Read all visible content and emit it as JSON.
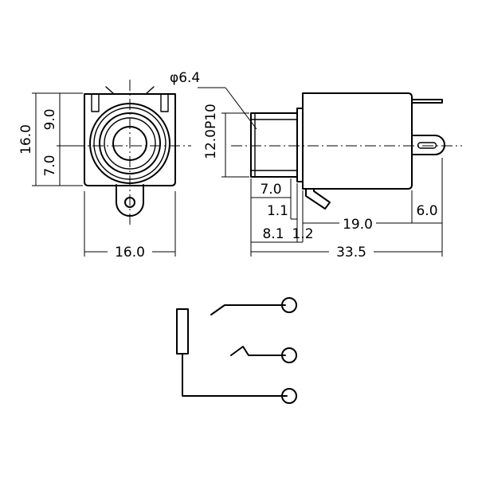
{
  "front_view": {
    "height_total": "16.0",
    "height_upper": "9.0",
    "height_lower": "7.0",
    "width": "16.0"
  },
  "side_view": {
    "diameter": "φ6.4",
    "thread": "12.0P10",
    "sleeve_length": "7.0",
    "gap_a": "1.1",
    "gap_b": "1.2",
    "body_length": "19.0",
    "pin_length": "6.0",
    "flange_offset": "8.1",
    "overall_length": "33.5"
  }
}
